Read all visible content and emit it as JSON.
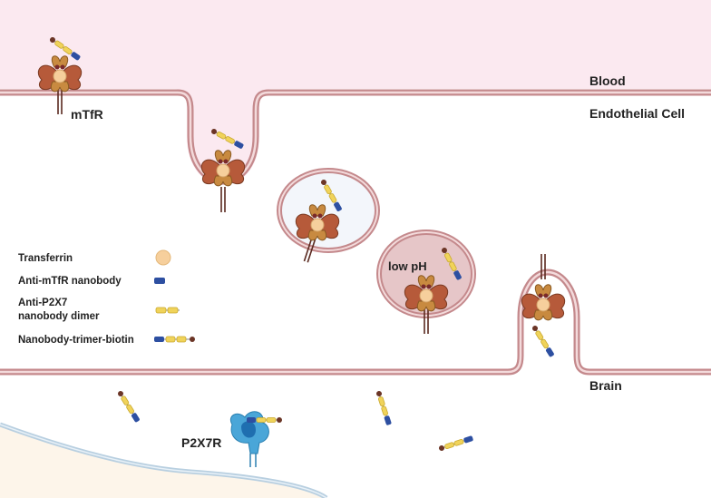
{
  "regions": {
    "blood": "Blood",
    "endothelial": "Endothelial Cell",
    "brain": "Brain"
  },
  "labels": {
    "receptor": "mTfR",
    "low_ph": "low pH",
    "p2x7r": "P2X7R"
  },
  "legend": {
    "transferrin": "Transferrin",
    "anti_mtfr": "Anti-mTfR nanobody",
    "anti_p2x7_line1": "Anti-P2X7",
    "anti_p2x7_line2": "nanobody dimer",
    "trimer": "Nanobody-trimer-biotin"
  },
  "colors": {
    "blood": "#fbe9f0",
    "membrane": "#c4898c",
    "receptor_red": "#b65a3a",
    "receptor_brown": "#c88a40",
    "transferrin": "#f6cf9c",
    "nanobody_blue": "#2d4fa1",
    "nanobody_yellow": "#f0d35a",
    "biotin": "#6b3526",
    "p2x7": "#4aa6d8",
    "brain_cell": "#fdf5ea"
  }
}
